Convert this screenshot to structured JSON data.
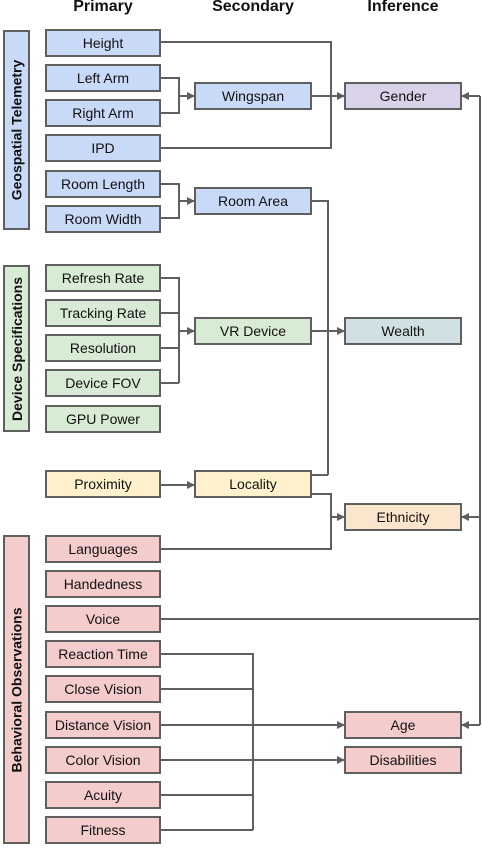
{
  "headers": {
    "primary": "Primary",
    "secondary": "Secondary",
    "inference": "Inference"
  },
  "groups": {
    "geospatial": "Geospatial Telemetry",
    "device": "Device Specifications",
    "behavioral": "Behavioral Observations"
  },
  "primary": {
    "height": "Height",
    "left_arm": "Left Arm",
    "right_arm": "Right Arm",
    "ipd": "IPD",
    "room_length": "Room Length",
    "room_width": "Room Width",
    "refresh_rate": "Refresh Rate",
    "tracking_rate": "Tracking Rate",
    "resolution": "Resolution",
    "device_fov": "Device FOV",
    "gpu_power": "GPU Power",
    "proximity": "Proximity",
    "languages": "Languages",
    "handedness": "Handedness",
    "voice": "Voice",
    "reaction_time": "Reaction Time",
    "close_vision": "Close Vision",
    "distance_vision": "Distance Vision",
    "color_vision": "Color Vision",
    "acuity": "Acuity",
    "fitness": "Fitness"
  },
  "secondary": {
    "wingspan": "Wingspan",
    "room_area": "Room Area",
    "vr_device": "VR Device",
    "locality": "Locality"
  },
  "inference": {
    "gender": "Gender",
    "wealth": "Wealth",
    "ethnicity": "Ethnicity",
    "age": "Age",
    "disabilities": "Disabilities"
  },
  "colors": {
    "geospatial": "#c9d9f8",
    "device": "#d8ebd4",
    "location": "#fff1cc",
    "behavioral": "#f4cccc",
    "gender": "#d9d2e9",
    "wealth": "#d0e0e3",
    "ethnicity": "#fce5cd",
    "line": "#5f5f5f"
  }
}
